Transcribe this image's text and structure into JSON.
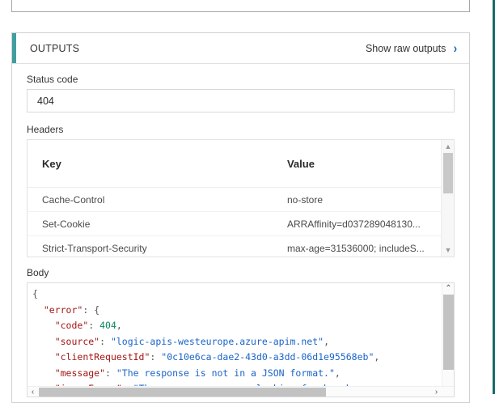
{
  "window": {
    "accent_teal": "#3f9e9e",
    "link_blue": "#1565c0",
    "rail_color": "#126b6b"
  },
  "outputs_card": {
    "title": "OUTPUTS",
    "show_raw_label": "Show raw outputs",
    "chevron_glyph": "›"
  },
  "status_code": {
    "label": "Status code",
    "value": "404"
  },
  "headers": {
    "label": "Headers",
    "columns": [
      "Key",
      "Value"
    ],
    "rows": [
      {
        "key": "Cache-Control",
        "value": "no-store"
      },
      {
        "key": "Set-Cookie",
        "value": "ARRAffinity=d037289048130..."
      },
      {
        "key": "Strict-Transport-Security",
        "value": "max-age=31536000; includeS..."
      }
    ],
    "scroll_up_glyph": "▲",
    "scroll_down_glyph": "▼"
  },
  "body": {
    "label": "Body",
    "scroll_up_glyph": "⌃",
    "scroll_left_glyph": "‹",
    "scroll_right_glyph": "›",
    "json_lines": [
      {
        "indent": 0,
        "tokens": [
          {
            "t": "{",
            "c": "p"
          }
        ]
      },
      {
        "indent": 1,
        "tokens": [
          {
            "t": "\"error\"",
            "c": "k"
          },
          {
            "t": ": ",
            "c": "p"
          },
          {
            "t": "{",
            "c": "p"
          }
        ]
      },
      {
        "indent": 2,
        "tokens": [
          {
            "t": "\"code\"",
            "c": "k"
          },
          {
            "t": ": ",
            "c": "p"
          },
          {
            "t": "404",
            "c": "n"
          },
          {
            "t": ",",
            "c": "p"
          }
        ]
      },
      {
        "indent": 2,
        "tokens": [
          {
            "t": "\"source\"",
            "c": "k"
          },
          {
            "t": ": ",
            "c": "p"
          },
          {
            "t": "\"logic-apis-westeurope.azure-apim.net\"",
            "c": "s"
          },
          {
            "t": ",",
            "c": "p"
          }
        ]
      },
      {
        "indent": 2,
        "tokens": [
          {
            "t": "\"clientRequestId\"",
            "c": "k"
          },
          {
            "t": ": ",
            "c": "p"
          },
          {
            "t": "\"0c10e6ca-dae2-43d0-a3dd-06d1e95568eb\"",
            "c": "s"
          },
          {
            "t": ",",
            "c": "p"
          }
        ]
      },
      {
        "indent": 2,
        "tokens": [
          {
            "t": "\"message\"",
            "c": "k"
          },
          {
            "t": ": ",
            "c": "p"
          },
          {
            "t": "\"The response is not in a JSON format.\"",
            "c": "s"
          },
          {
            "t": ",",
            "c": "p"
          }
        ]
      },
      {
        "indent": 2,
        "tokens": [
          {
            "t": "\"innerError\"",
            "c": "k"
          },
          {
            "t": ": ",
            "c": "p"
          },
          {
            "t": "\"The resource you are looking for has been remove",
            "c": "s"
          }
        ]
      }
    ]
  }
}
